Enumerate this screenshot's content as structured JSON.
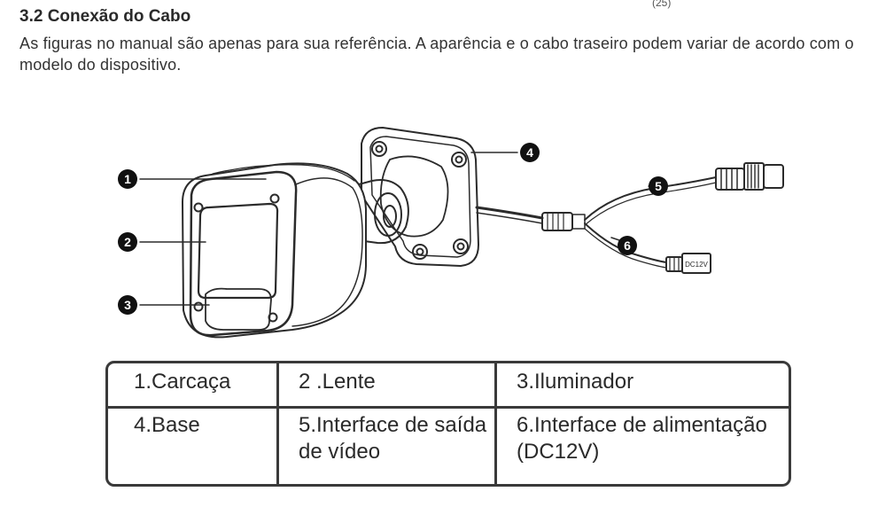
{
  "section": {
    "heading": "3.2 Conexão do Cabo",
    "intro": "As figuras no manual são apenas para sua referência. A aparência e o cabo traseiro podem variar de acordo com o modelo do dispositivo."
  },
  "figure": {
    "callouts": [
      "1",
      "2",
      "3",
      "4",
      "5",
      "6"
    ],
    "connector_label": "DC12V",
    "top_fragment": "(25)"
  },
  "parts_table": {
    "rows": [
      [
        "1.Carcaça",
        "2 .Lente",
        "3.Iluminador"
      ],
      [
        "4.Base",
        "5.Interface de saída de vídeo",
        "6.Interface de alimentação (DC12V)"
      ]
    ]
  }
}
